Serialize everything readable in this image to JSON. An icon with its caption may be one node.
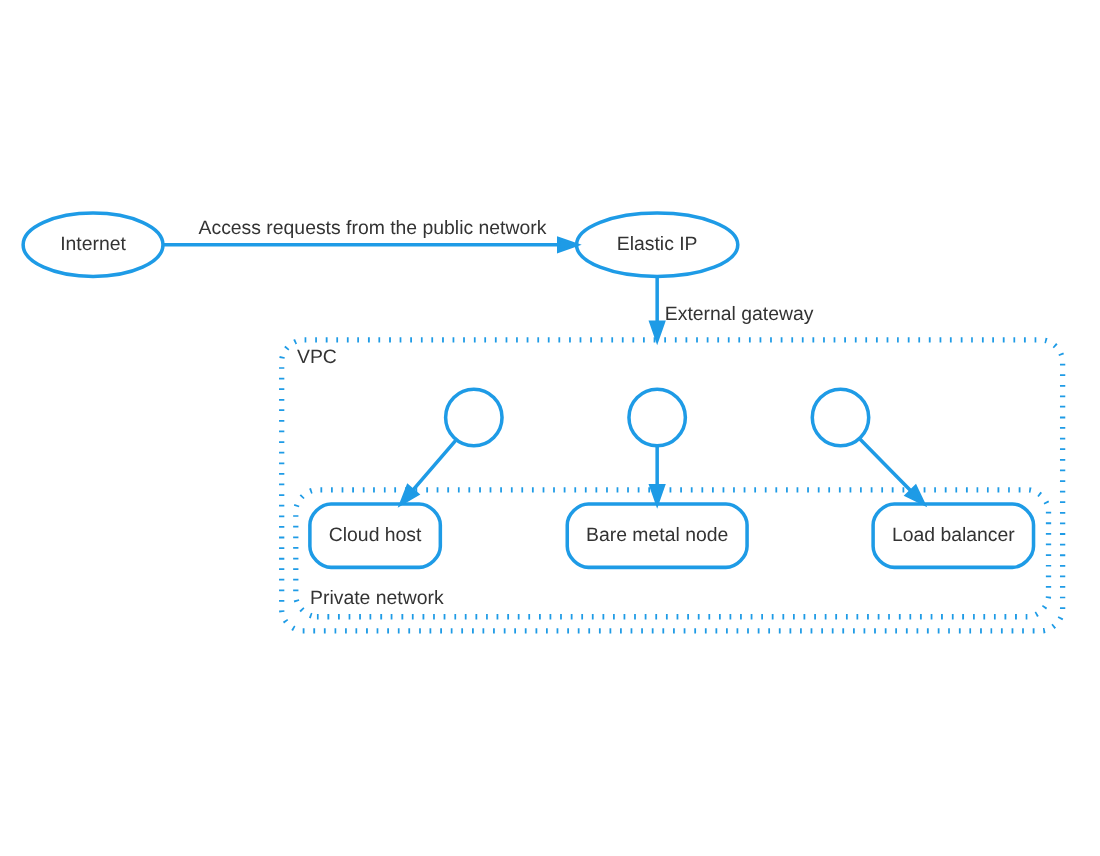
{
  "diagram": {
    "nodes": [
      {
        "text": [
          "Internet"
        ]
      },
      {
        "text": [
          "Elastic IP"
        ]
      },
      {
        "text": [
          "VPC"
        ]
      },
      {
        "text": [],
        "shape": "circle",
        "in": 2
      },
      {
        "text": [],
        "shape": "circle",
        "in": 2
      },
      {
        "text": [],
        "shape": "circle",
        "in": 2
      },
      {
        "text": [
          "Private network"
        ],
        "in": 2
      },
      {
        "text": [
          "Cloud host"
        ],
        "in": 6
      },
      {
        "text": [
          "Bare metal node"
        ],
        "in": 6
      },
      {
        "text": [
          "Load balancer"
        ],
        "in": 6
      }
    ],
    "edges": [
      {
        "from": 0,
        "to": 1,
        "arrow": "to",
        "label": "Access requests from the public network"
      },
      {
        "from": 1,
        "to": 2,
        "arrow": "to",
        "label": "External gateway"
      },
      {
        "from": 3,
        "to": 7,
        "arrow": "to"
      },
      {
        "from": 4,
        "to": 8,
        "arrow": "to"
      },
      {
        "from": 5,
        "to": 9,
        "arrow": "to"
      }
    ]
  }
}
